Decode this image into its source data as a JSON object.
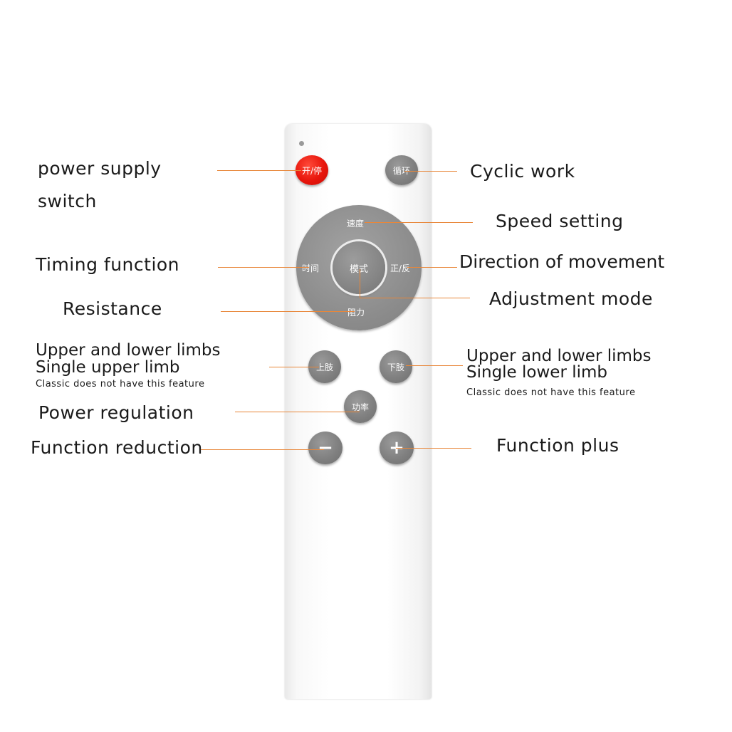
{
  "buttons": {
    "power": "开/停",
    "cycle": "循环",
    "speed": "速度",
    "time": "时间",
    "mode": "模式",
    "direction": "正/反",
    "resistance": "阻力",
    "upper_limb": "上肢",
    "lower_limb": "下肢",
    "power_level": "功率",
    "minus": "−",
    "plus": "+"
  },
  "labels": {
    "power_switch_line1": "power supply",
    "power_switch_line2": "switch",
    "cyclic_work": "Cyclic work",
    "speed_setting": "Speed setting",
    "timing_function": "Timing function",
    "direction": "Direction of movement",
    "adjustment_mode": "Adjustment mode",
    "resistance": "Resistance",
    "upper_left_line1": "Upper and lower limbs",
    "upper_left_line2": "Single upper limb",
    "upper_left_note": "Classic does not have this feature",
    "lower_right_line1": "Upper and lower limbs",
    "lower_right_line2": "Single lower limb",
    "lower_right_note": "Classic does not have this feature",
    "power_regulation": "Power regulation",
    "function_reduction": "Function reduction",
    "function_plus": "Function plus"
  },
  "colors": {
    "accent_line": "#e8873a",
    "power_button": "#e8160c",
    "button_gray": "#808080"
  }
}
